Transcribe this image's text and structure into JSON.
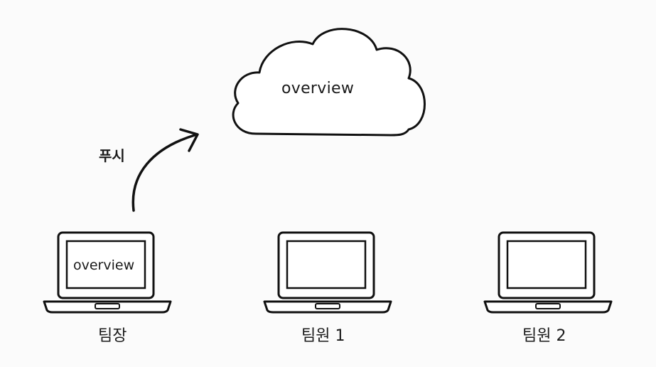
{
  "cloud": {
    "label": "overview"
  },
  "arrow": {
    "label": "푸시"
  },
  "devices": [
    {
      "label": "팀장",
      "screen_text": "overview"
    },
    {
      "label": "팀원 1",
      "screen_text": ""
    },
    {
      "label": "팀원 2",
      "screen_text": ""
    }
  ],
  "colors": {
    "stroke": "#111111",
    "background": "#fbfbfb",
    "fill": "#ffffff"
  }
}
